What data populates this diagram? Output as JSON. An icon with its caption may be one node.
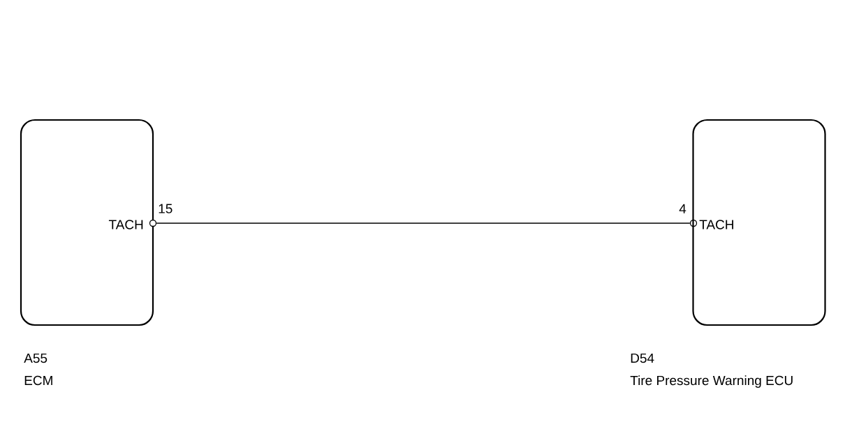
{
  "diagram": {
    "nodes": [
      {
        "text": [
          "TACH"
        ],
        "beside": [
          "A55",
          "ECM"
        ]
      },
      {
        "text": [],
        "shape": "circle",
        "beside": [
          "15"
        ]
      },
      {
        "text": [],
        "shape": "circle",
        "beside": [
          "4"
        ]
      },
      {
        "text": [
          "TACH"
        ],
        "beside": [
          "D54",
          "Tire Pressure Warning ECU"
        ]
      }
    ],
    "edges": [
      {
        "from": 1,
        "to": 2,
        "arrow": "none"
      }
    ]
  }
}
